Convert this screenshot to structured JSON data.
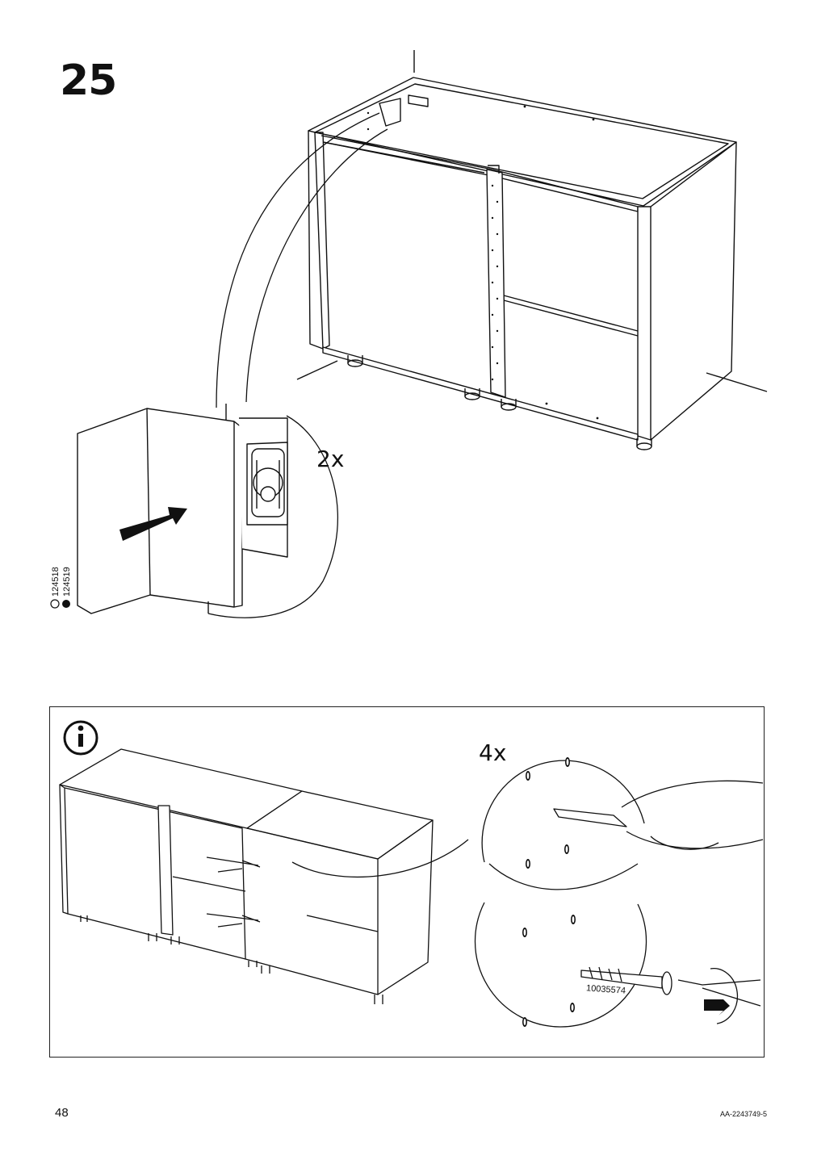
{
  "step": {
    "number": "25"
  },
  "main_illustration": {
    "quantity": "2x",
    "article_numbers": [
      "124518",
      "124519"
    ]
  },
  "info_panel": {
    "icon": "info-icon",
    "top_detail_quantity": "4x",
    "screw_article": "10035574"
  },
  "footer": {
    "page_number": "48",
    "document_code": "AA-2243749-5"
  }
}
